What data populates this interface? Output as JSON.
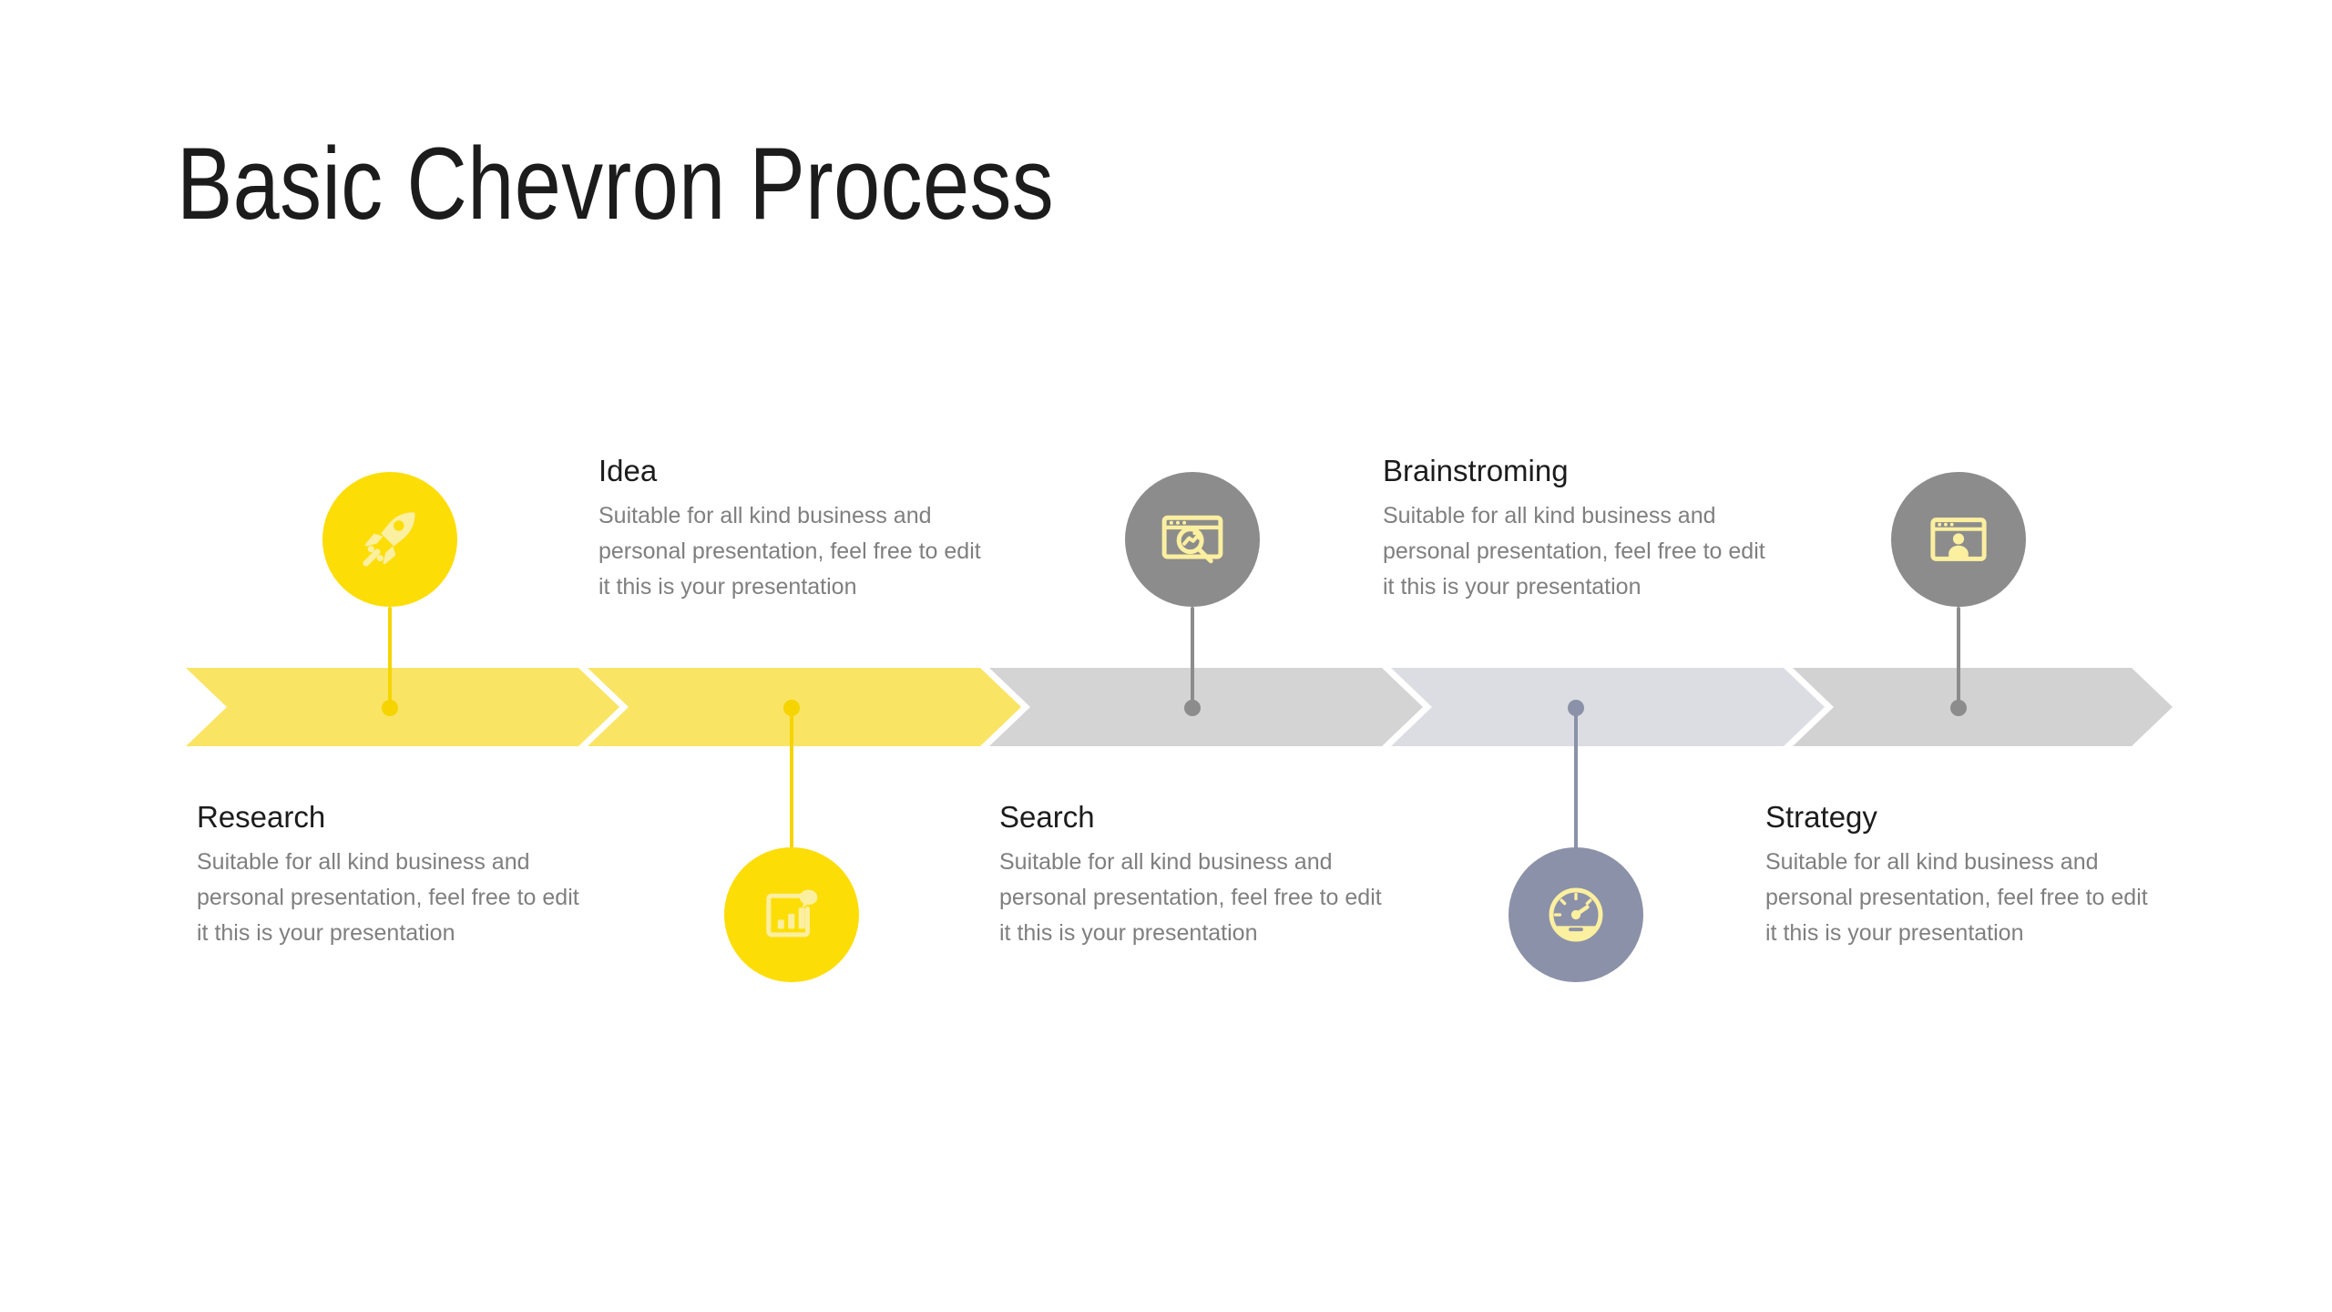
{
  "slide": {
    "title": "Basic Chevron Process",
    "background": "#FFFFFF"
  },
  "palette": {
    "chevron_yellow": "#FAE463",
    "chevron_gray": "#D4D4D4",
    "chevron_gray_blue": "#DCDDE3",
    "circle_yellow": "#FDDD06",
    "circle_gray": "#8C8C8C",
    "circle_blue_gray": "#8B91A8",
    "icon_cream": "#FBEFA0",
    "title_text": "#1C1C1C",
    "body_text": "#7F7F7F",
    "separator_white": "#FFFFFF"
  },
  "common": {
    "description": "Suitable for all kind business and personal presentation, feel free to edit it this is your presentation"
  },
  "steps": [
    {
      "index": 1,
      "title": "Research",
      "description": "Suitable for all kind business and personal presentation, feel free to edit it this is your presentation",
      "icon": "rocket-icon",
      "icon_position": "above",
      "text_position": "below",
      "chevron_color": "#FAE463",
      "circle_color": "#FDDD06",
      "connector_color": "#F5D400",
      "icon_color": "#FBEFA0"
    },
    {
      "index": 2,
      "title": "Idea",
      "description": "Suitable for all kind business and personal presentation, feel free to edit it this is your presentation",
      "icon": "bar-chart-bubble-icon",
      "icon_position": "below",
      "text_position": "above",
      "chevron_color": "#FAE463",
      "circle_color": "#FDDD06",
      "connector_color": "#F5D400",
      "icon_color": "#FBEFA0"
    },
    {
      "index": 3,
      "title": "Search",
      "description": "Suitable for all kind business and personal presentation, feel free to edit it this is your presentation",
      "icon": "browser-search-analytics-icon",
      "icon_position": "above",
      "text_position": "below",
      "chevron_color": "#D4D4D4",
      "circle_color": "#8C8C8C",
      "connector_color": "#8C8C8C",
      "icon_color": "#FBEFA0"
    },
    {
      "index": 4,
      "title": "Brainstroming",
      "description": "Suitable for all kind business and personal presentation, feel free to edit it this is your presentation",
      "icon": "speedometer-icon",
      "icon_position": "below",
      "text_position": "above",
      "chevron_color": "#DCDDE3",
      "circle_color": "#8B91A8",
      "connector_color": "#8B91A8",
      "icon_color": "#FBEFA0"
    },
    {
      "index": 5,
      "title": "Strategy",
      "description": "Suitable for all kind business and personal presentation, feel free to edit it this is your presentation",
      "icon": "browser-person-icon",
      "icon_position": "above",
      "text_position": "below",
      "chevron_color": "#D4D4D4",
      "circle_color": "#8C8C8C",
      "connector_color": "#8C8C8C",
      "icon_color": "#FBEFA0"
    }
  ]
}
